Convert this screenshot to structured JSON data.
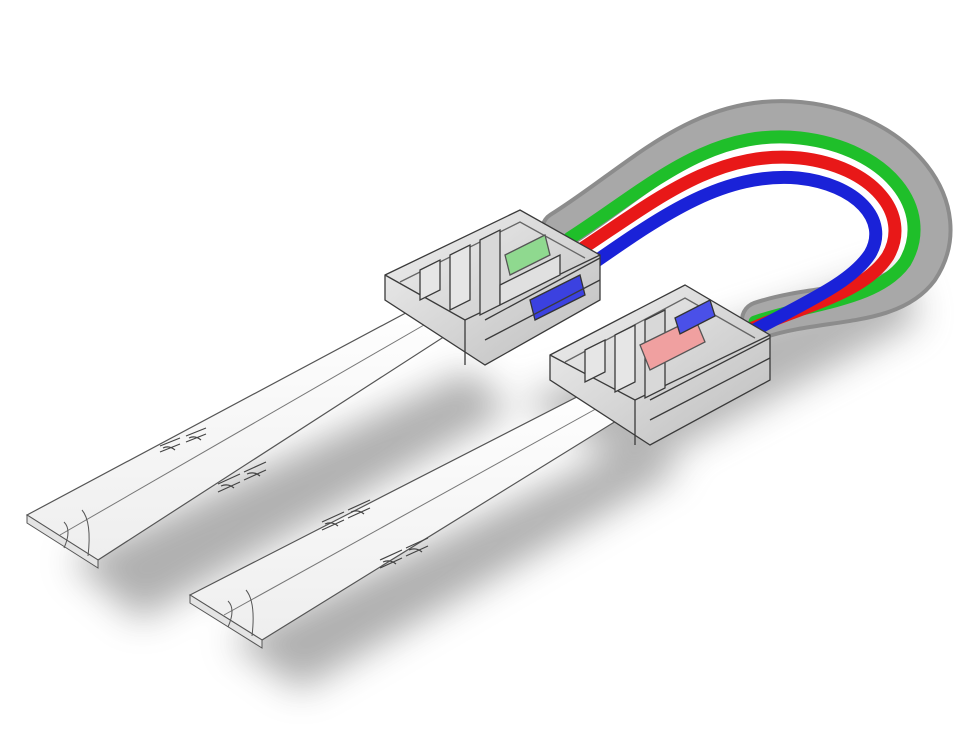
{
  "scene": {
    "subject": "rgb-led-strip-jumper-connector",
    "background_color": "#ffffff",
    "wire_colors": {
      "outer_sheath": "#8c8c8c",
      "green": "#1fbf2a",
      "red": "#e81818",
      "blue": "#1a22d8"
    },
    "strip_color": "#fafafa",
    "connector_color": "#dcdcdc",
    "shadow_color": "#7a7a7a",
    "strips": [
      {
        "id": "left-strip",
        "pad_groups": 2
      },
      {
        "id": "right-strip",
        "pad_groups": 2
      }
    ],
    "connectors": [
      {
        "id": "left-connector"
      },
      {
        "id": "right-connector"
      }
    ]
  }
}
